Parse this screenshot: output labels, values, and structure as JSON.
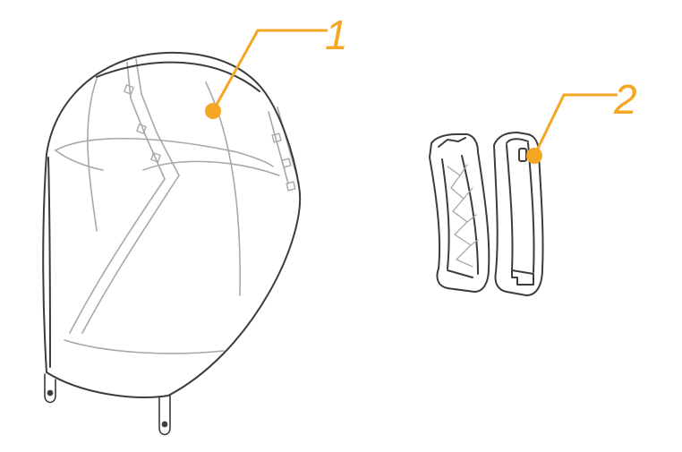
{
  "callouts": [
    {
      "number": "1"
    },
    {
      "number": "2"
    }
  ],
  "colors": {
    "accent": "#F5A623",
    "outline": "#3c3c3c",
    "inner_line": "#a8a8a8",
    "background": "#ffffff"
  },
  "icons": {
    "part_1": "mesh-canopy-cover",
    "part_2": "pair-of-side-clips"
  }
}
